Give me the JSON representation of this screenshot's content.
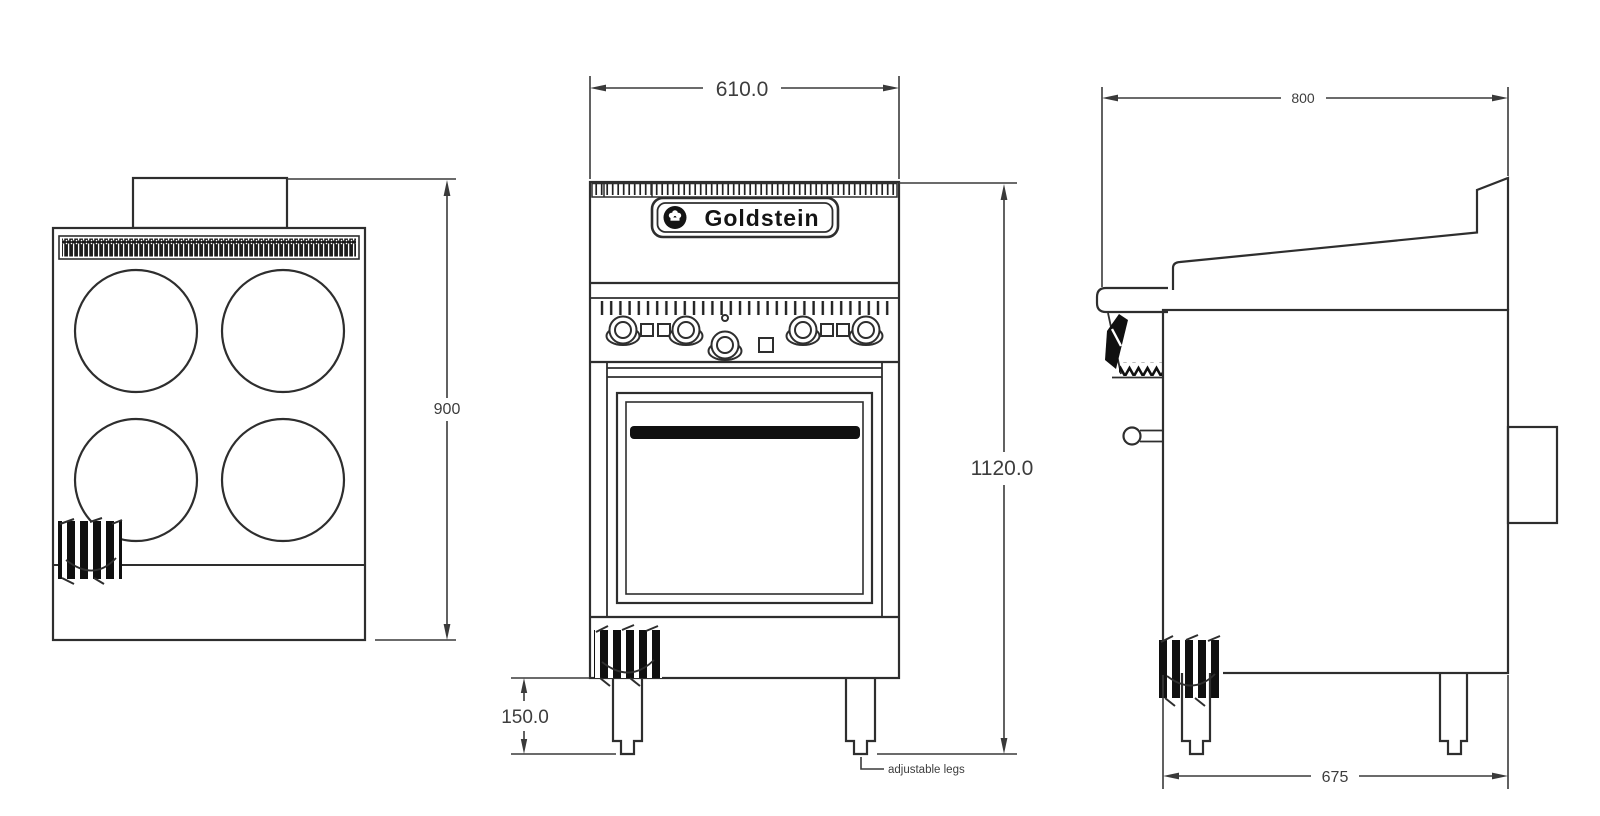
{
  "drawing": {
    "brand": "Goldstein",
    "dimensions": {
      "front_width": "610.0",
      "overall_height": "1120.0",
      "plan_depth": "900",
      "side_top_depth": "800",
      "leg_height": "150.0",
      "base_depth": "675"
    },
    "annotations": {
      "legs_note": "adjustable legs"
    },
    "colors": {
      "line": "#2e2e2e",
      "text": "#3d3d3d",
      "background": "#ffffff"
    }
  }
}
